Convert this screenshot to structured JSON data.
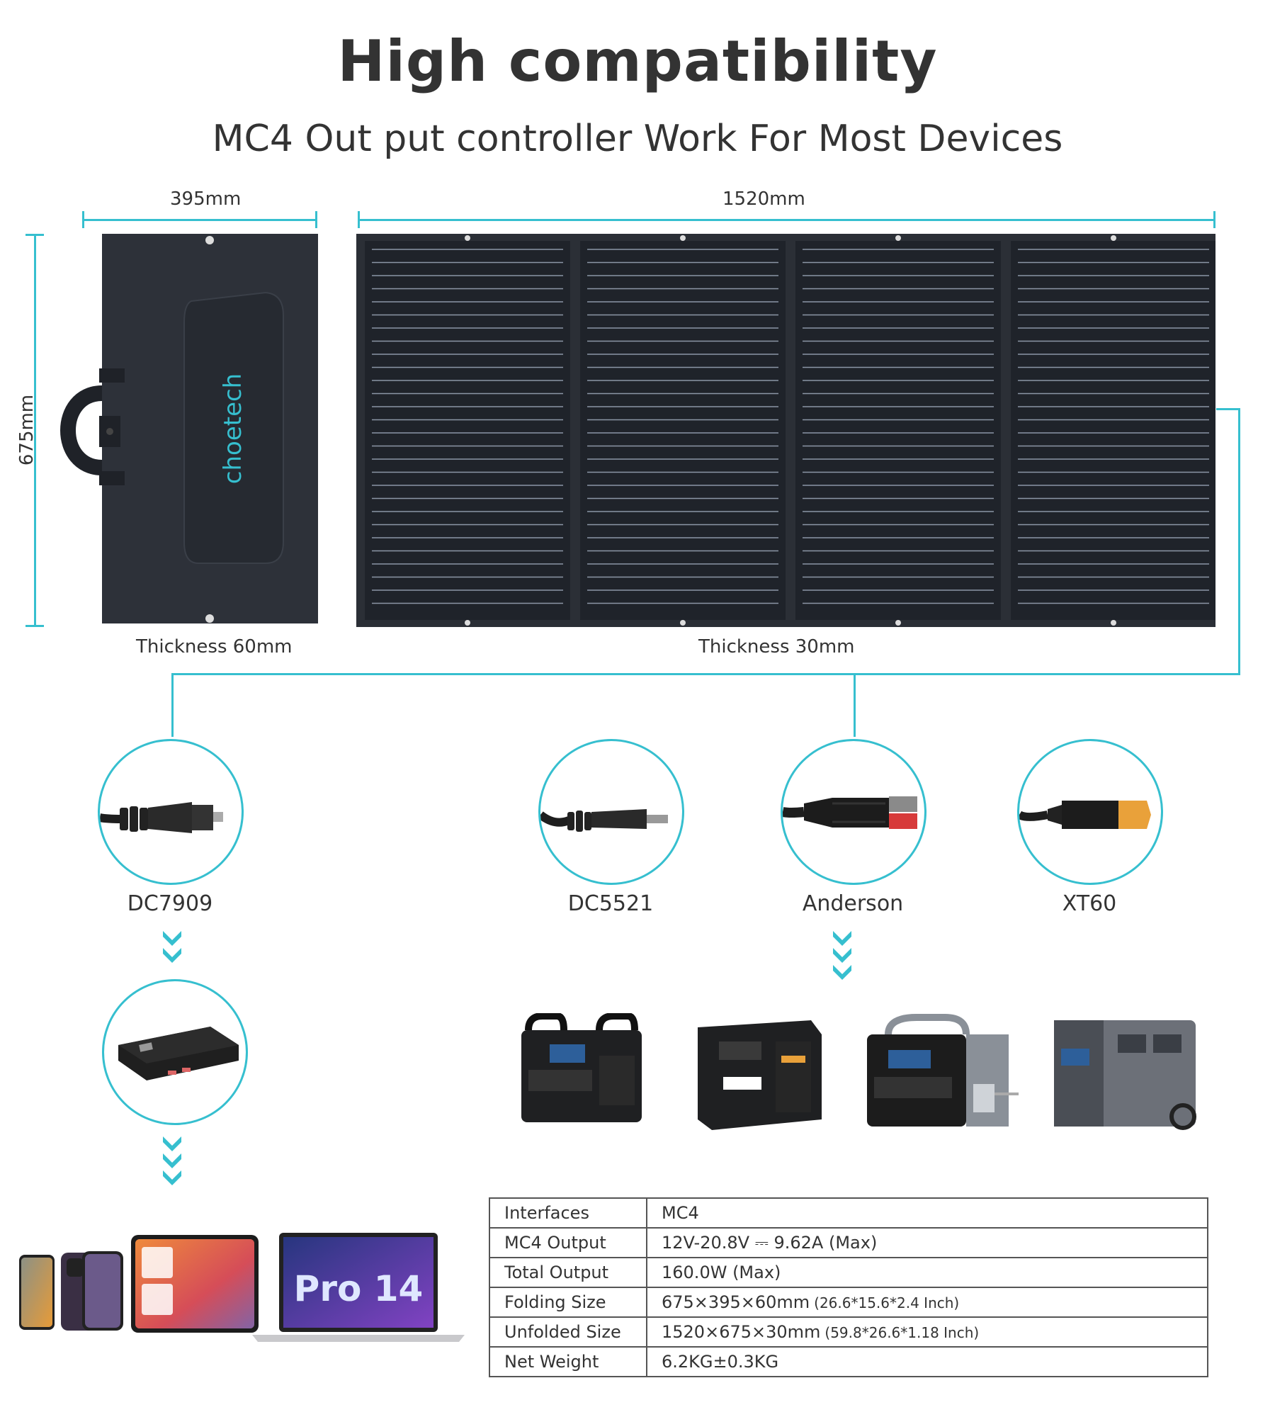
{
  "header": {
    "title": "High compatibility",
    "subtitle": "MC4 Out put controller Work For Most Devices"
  },
  "dimensions": {
    "folded_width": "395mm",
    "unfolded_width": "1520mm",
    "height": "675mm",
    "folded_thickness": "Thickness 60mm",
    "unfolded_thickness": "Thickness 30mm"
  },
  "brand": "choetech",
  "connectors": [
    {
      "label": "DC7909",
      "icon": "dc7909-connector-icon"
    },
    {
      "label": "DC5521",
      "icon": "dc5521-connector-icon"
    },
    {
      "label": "Anderson",
      "icon": "anderson-connector-icon"
    },
    {
      "label": "XT60",
      "icon": "xt60-connector-icon"
    }
  ],
  "devices": {
    "power_bank": "power-bank-icon",
    "mobile": [
      "phone-icon",
      "phone-icon",
      "tablet-icon",
      "laptop-icon"
    ],
    "laptop_screen_text": "Pro 14",
    "power_stations": [
      "power-station-icon",
      "power-station-icon",
      "power-station-icon",
      "power-station-icon"
    ]
  },
  "specs": [
    {
      "key": "Interfaces",
      "value": "MC4",
      "note": ""
    },
    {
      "key": "MC4 Output",
      "value": "12V-20.8V ⎓ 9.62A (Max)",
      "note": ""
    },
    {
      "key": "Total Output",
      "value": "160.0W (Max)",
      "note": ""
    },
    {
      "key": "Folding Size",
      "value": "675×395×60mm",
      "note": "(26.6*15.6*2.4 Inch)"
    },
    {
      "key": "Unfolded Size",
      "value": "1520×675×30mm",
      "note": "(59.8*26.6*1.18 Inch)"
    },
    {
      "key": "Net Weight",
      "value": "6.2KG±0.3KG",
      "note": ""
    }
  ],
  "colors": {
    "accent": "#36bfcf",
    "panel": "#2b2f36",
    "text": "#333333"
  }
}
